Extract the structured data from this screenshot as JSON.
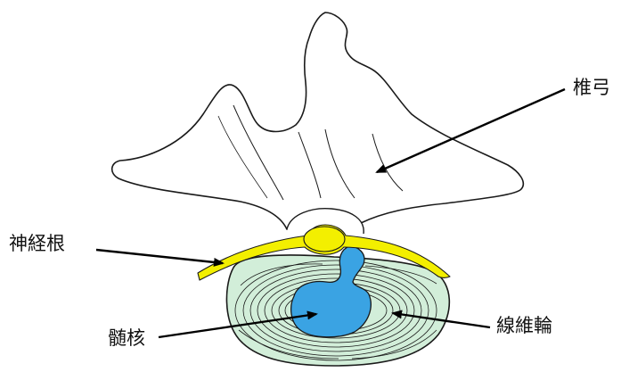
{
  "labels": {
    "vertebral_arch": "椎弓",
    "nerve_root": "神経根",
    "nucleus": "髄核",
    "annulus": "線維輪"
  },
  "colors": {
    "outline": "#1a1a1a",
    "bone_fill": "#ffffff",
    "nerve": "#f3ef00",
    "disc_fill": "#d2eed9",
    "nucleus_fill": "#3aa3e3",
    "arrow": "#000000"
  }
}
